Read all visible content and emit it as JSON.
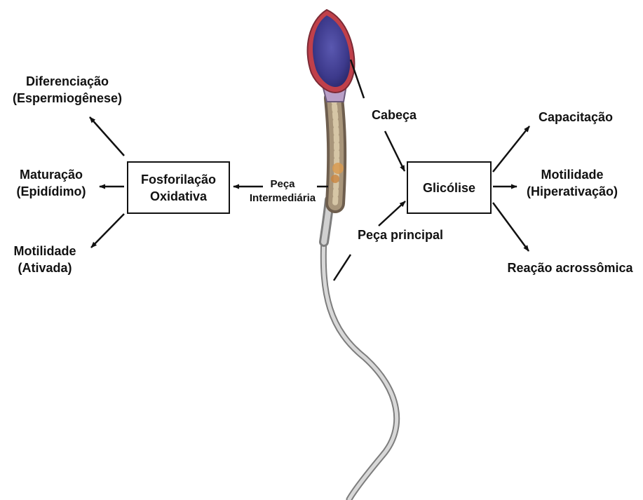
{
  "boxes": {
    "oxidative": {
      "line1": "Fosforilação",
      "line2": "Oxidativa"
    },
    "glycolysis": {
      "label": "Glicólise"
    }
  },
  "left_outcomes": {
    "differentiation": {
      "line1": "Diferenciação",
      "line2": "(Espermiogênese)"
    },
    "maturation": {
      "line1": "Maturação",
      "line2": "(Epidídimo)"
    },
    "motility": {
      "line1": "Motilidade",
      "line2": "(Ativada)"
    }
  },
  "right_outcomes": {
    "capacitation": {
      "line1": "Capacitação"
    },
    "motility": {
      "line1": "Motilidade",
      "line2": "(Hiperativação)"
    },
    "acrosome": {
      "line1": "Reação acrossômica"
    }
  },
  "sperm_parts": {
    "head": "Cabeça",
    "midpiece": {
      "line1": "Peça",
      "line2": "Intermediária"
    },
    "principal": "Peça principal"
  },
  "colors": {
    "nucleus": "#3d3a8c",
    "acrosome": "#c0404a",
    "midpiece": "#8a7560",
    "tail": "#a8a8a8",
    "arrow": "#111111"
  },
  "icons": [
    "sperm-cell-illustration",
    "arrow"
  ]
}
